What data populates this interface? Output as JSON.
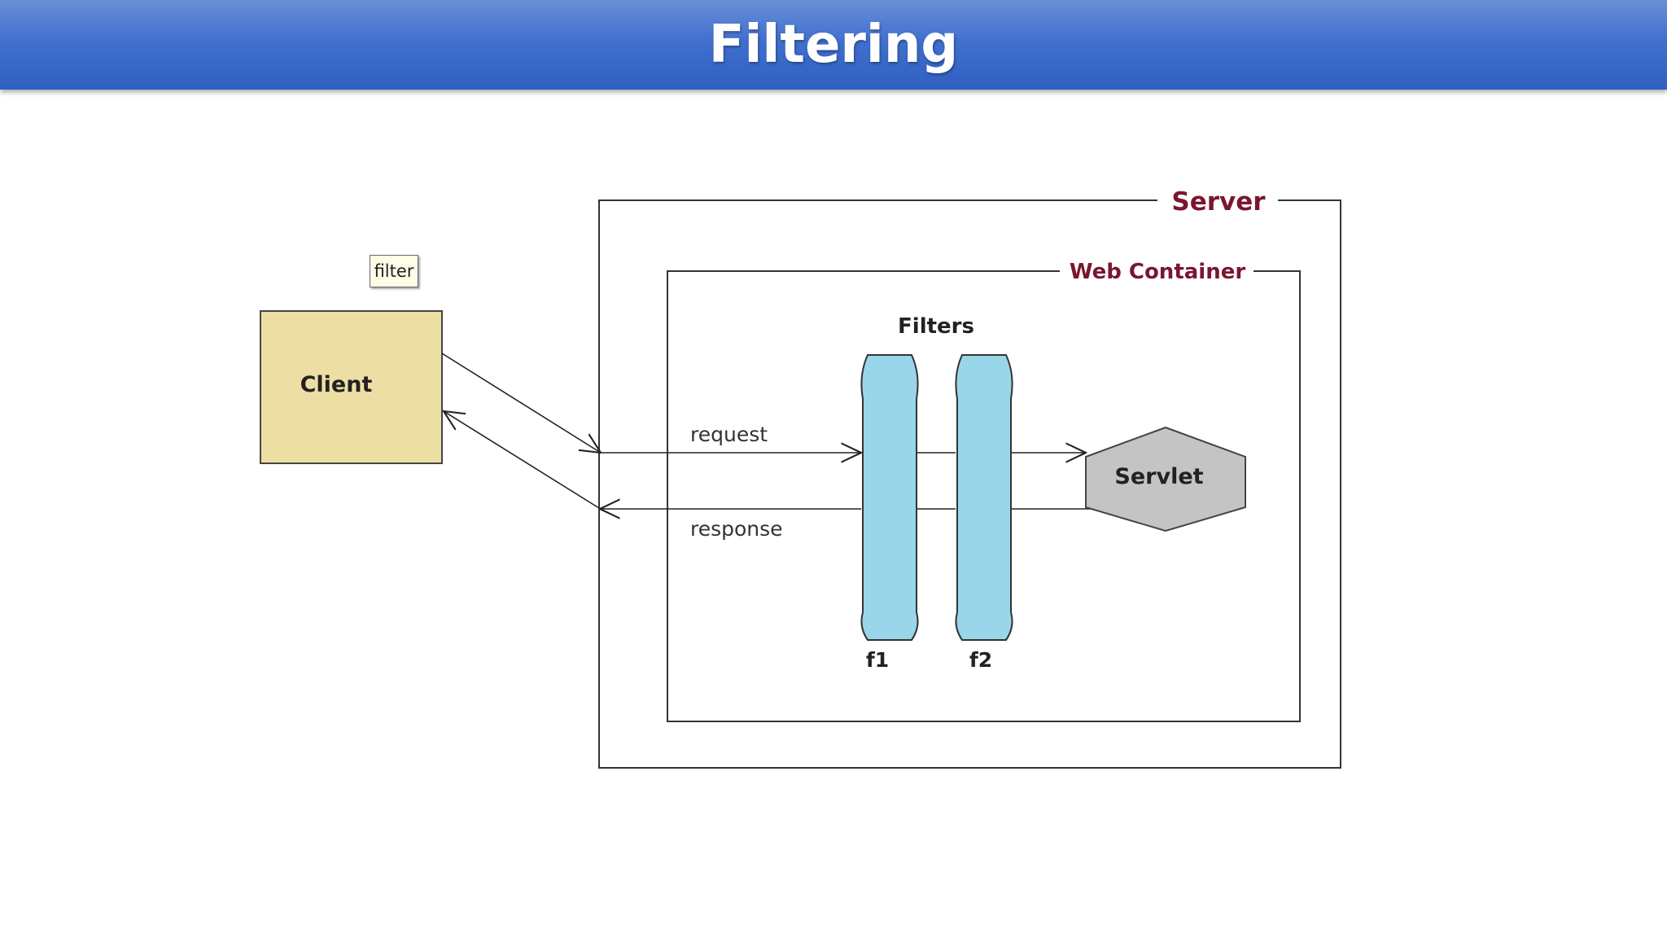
{
  "slide": {
    "title": "Filtering"
  },
  "diagram": {
    "tooltip": "filter",
    "client_label": "Client",
    "server_label": "Server",
    "web_container_label": "Web Container",
    "filters_label": "Filters",
    "request_label": "request",
    "response_label": "response",
    "filter_1_label": "f1",
    "filter_2_label": "f2",
    "servlet_label": "Servlet"
  },
  "colors": {
    "title_bar": "#4170cf",
    "client_fill": "#eddfa4",
    "filter_fill": "#99d6ea",
    "servlet_fill": "#c4c4c4",
    "server_label": "#7a1630"
  }
}
